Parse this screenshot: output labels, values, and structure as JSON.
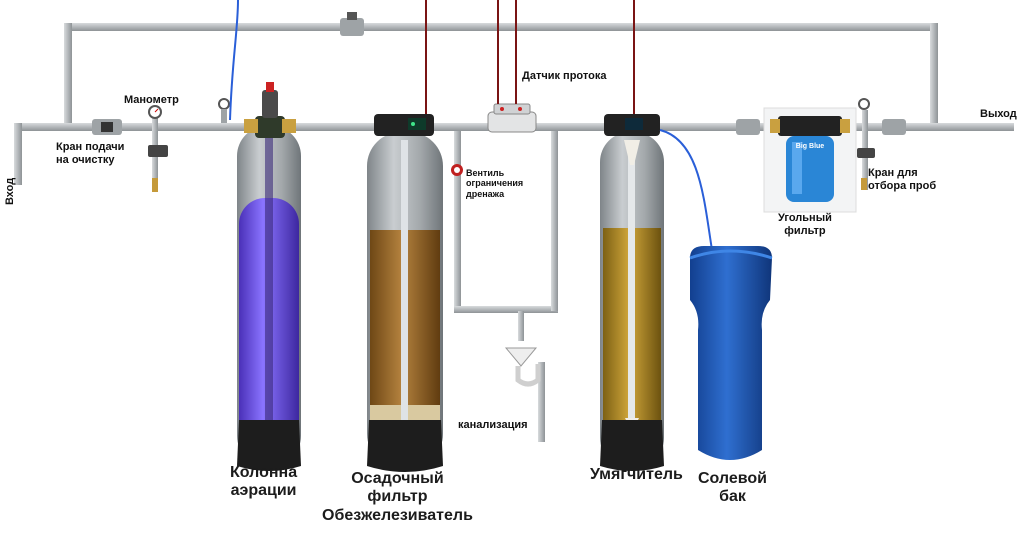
{
  "labels": {
    "inlet": "Вход",
    "outlet": "Выход",
    "manometer": "Манометр",
    "feed_valve_line1": "Кран подачи",
    "feed_valve_line2": "на очистку",
    "flow_sensor": "Датчик протока",
    "drain_valve_line1": "Вентиль",
    "drain_valve_line2": "ограничения",
    "drain_valve_line3": "дренажа",
    "sewer": "канализация",
    "carbon_filter_line1": "Угольный",
    "carbon_filter_line2": "фильтр",
    "sample_valve_line1": "Кран для",
    "sample_valve_line2": "отбора проб",
    "aeration_line1": "Колонна",
    "aeration_line2": "аэрации",
    "iron_filter_line1": "Осадочный",
    "iron_filter_line2": "фильтр",
    "iron_filter_line3": "Обезжелезиватель",
    "softener": "Умягчитель",
    "brine_line1": "Солевой",
    "brine_line2": "бак",
    "big_blue_logo": "Big Blue"
  },
  "colors": {
    "pipe": "#b9bdc0",
    "pipe_edge": "#8e9396",
    "tank_shell": "#9aa0a4",
    "aeration_water": "#6a4fe0",
    "media_brown": "#9a6a2c",
    "media_gold": "#b8912a",
    "gravel": "#d9c9a0",
    "tank_base": "#1d1d1d",
    "brine_tank": "#1f57b5",
    "carbon_housing": "#2a86d6",
    "valve_head": "#222222",
    "wire_red": "#7a1414",
    "wire_blue": "#2a5fd8"
  }
}
